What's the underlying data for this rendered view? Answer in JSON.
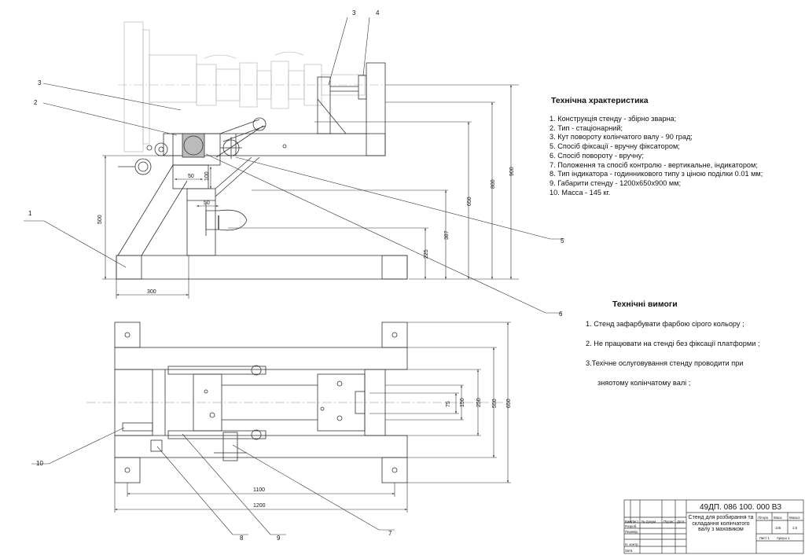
{
  "drawing": {
    "title_specs": "Технічна храктеристика",
    "specs": [
      "1. Конструкція стенду - збірно зварна;",
      "2. Тип - стаціонарний;",
      "3. Кут повороту колінчатого валу  - 90 град;",
      "5. Спосіб фіксації - вручну фіксатором;",
      "6. Спосіб повороту - вручну;",
      "7. Положення та спосіб контролю  - вертикальне, індикатором;",
      "8. Тип індикатора - годинникового типу з ціною поділки  0.01 мм;",
      "9. Габарити стенду - 1200х650х900 мм;",
      "10. Масса - 145 кг."
    ],
    "title_requirements": "Технічні вимоги",
    "requirements": [
      "1. Стенд зафарбувати фарбою  сірого кольору ;",
      "2. Не працювати на стенді без фіксації платформи ;",
      "3.Техічне ослуговування стенду проводити при",
      "зняотому колінчатому валі ;"
    ],
    "callouts_front": [
      "3",
      "4",
      "3",
      "2",
      "1",
      "5",
      "6"
    ],
    "callouts_plan": [
      "10",
      "8",
      "9",
      "7"
    ],
    "dims_front": {
      "h900": "900",
      "h800": "800",
      "h650": "650",
      "h500": "500",
      "h387": "387",
      "h225": "225",
      "w300": "300",
      "w50a": "50",
      "w50b": "50",
      "h100": "100"
    },
    "dims_plan": {
      "h650": "650",
      "h550": "550",
      "h250": "250",
      "h150": "150",
      "h75": "75",
      "w1100": "1100",
      "w1200": "1200"
    }
  },
  "title_block": {
    "code": "49ДП. 086 100. 000 ВЗ",
    "name": "Стенд для розбирання та складання колінчатого валу з маховиком",
    "cols": [
      "Вим",
      "Лист",
      "№ Докум",
      "Підпис",
      "Дата"
    ],
    "rows": [
      "Розроб.",
      "Перевір.",
      "Н. контр.",
      "Затв."
    ],
    "right_labels": [
      "Літера",
      "Маса",
      "Масшт."
    ],
    "mass": "145",
    "scale": "1:5",
    "sheet": "Лист 1",
    "sheets": "Аркуш 1"
  }
}
